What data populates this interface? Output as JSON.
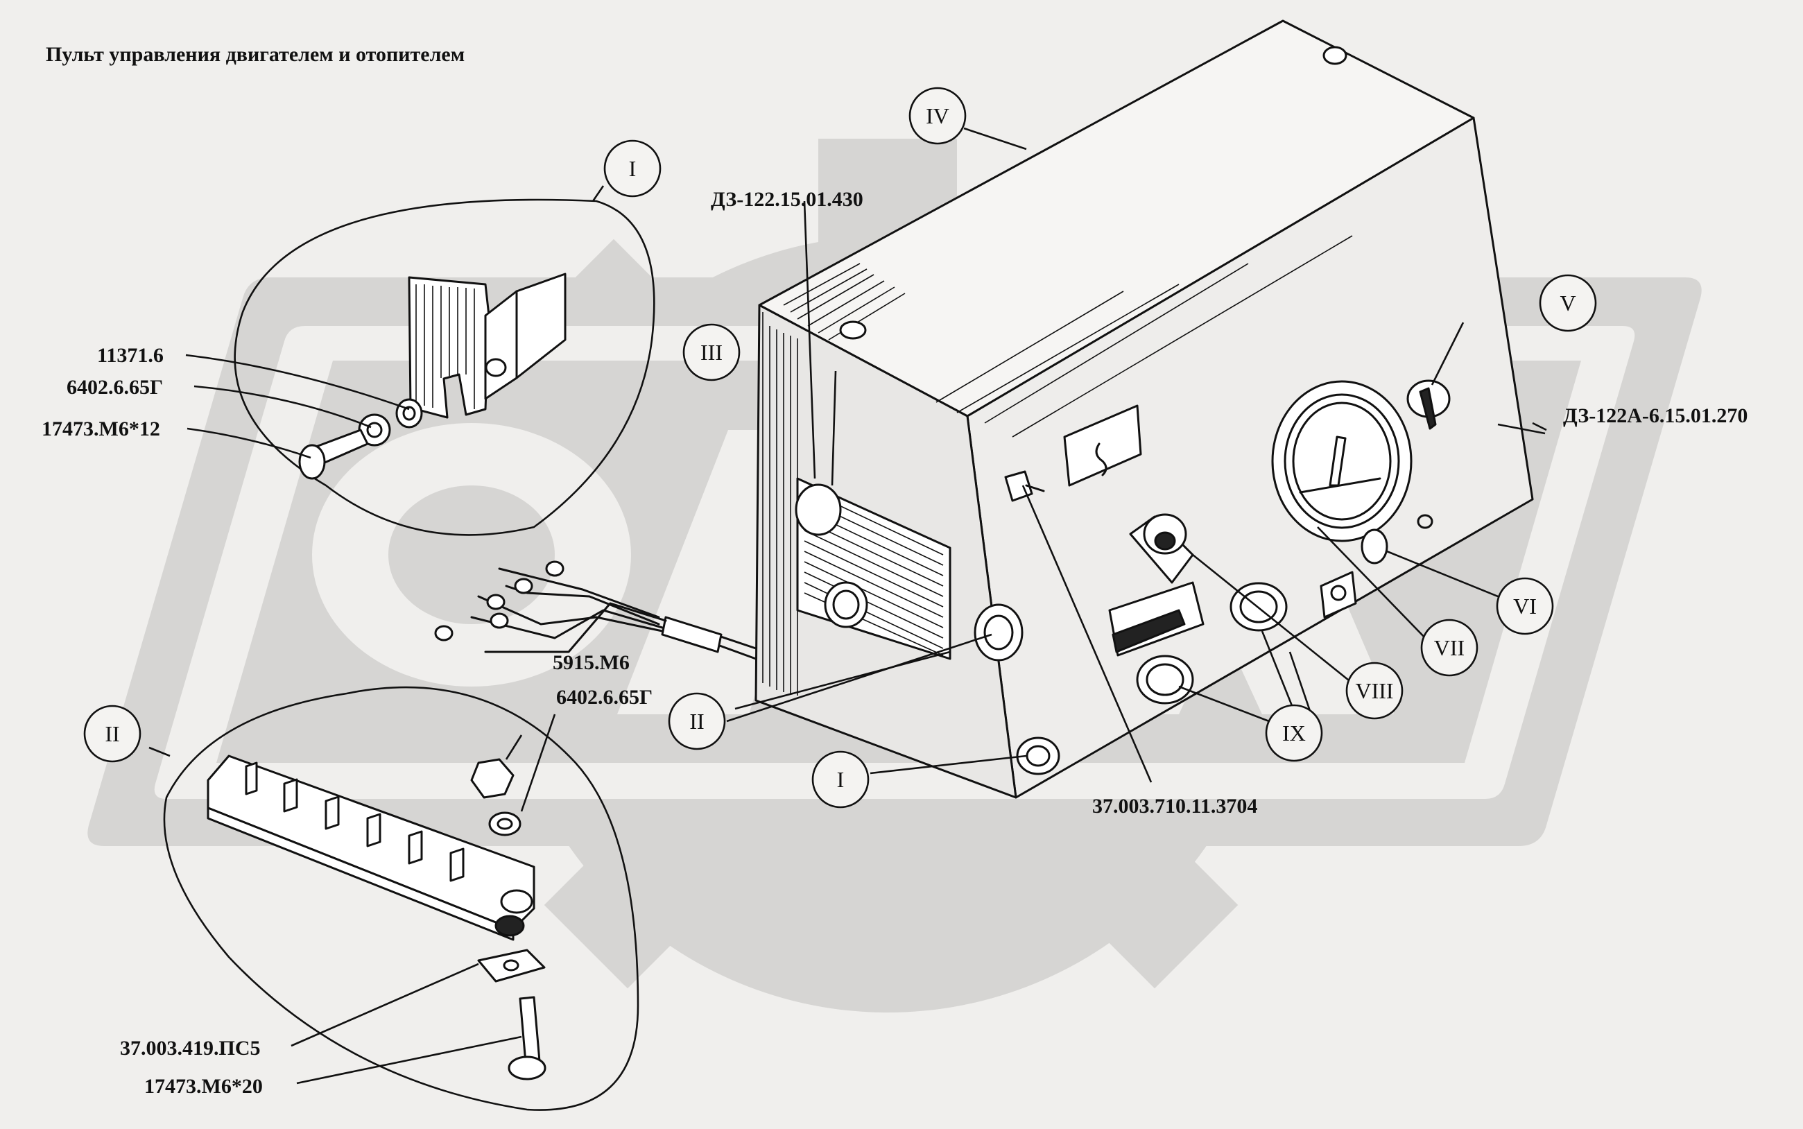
{
  "title": "Пульт управления двигателем и отопителем",
  "callouts": {
    "I_top": "I",
    "I_bottom": "I",
    "II_left": "II",
    "II_front": "II",
    "III": "III",
    "IV": "IV",
    "V": "V",
    "VI": "VI",
    "VII": "VII",
    "VIII": "VIII",
    "IX": "IX"
  },
  "parts": {
    "p11371": "11371.6",
    "p6402_top": "6402.6.65Г",
    "p17473_12": "17473.М6*12",
    "pD3_430": "ДЗ-122.15.01.430",
    "pD3_270": "ДЗ-122А-6.15.01.270",
    "p5915": "5915.М6",
    "p6402_bottom": "6402.6.65Г",
    "p37_3704": "37.003.710.11.3704",
    "p37_pc5": "37.003.419.ПС5",
    "p17473_20": "17473.М6*20"
  },
  "colors": {
    "background": "#f0efed",
    "watermark": "#d6d5d3",
    "ink": "#111111"
  },
  "icons": [
    "watermark-gear-logo"
  ]
}
